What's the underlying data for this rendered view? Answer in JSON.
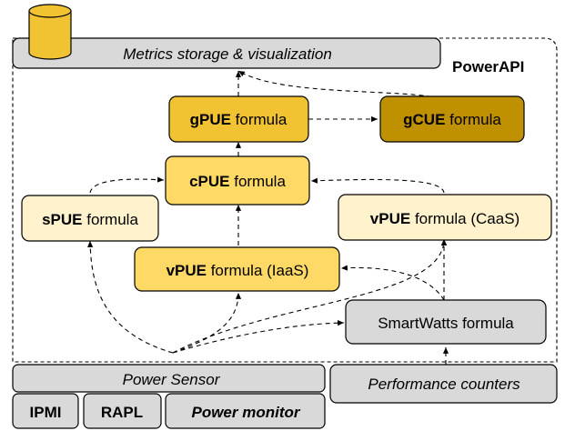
{
  "colors": {
    "gray": "#d9d9d9",
    "light_yellow": "#fff2cc",
    "mid_yellow": "#ffd966",
    "orange_yellow": "#f1c232",
    "dark_gold": "#bf9000",
    "database": "#f1c232"
  },
  "container": {
    "label": "PowerAPI"
  },
  "nodes": {
    "metrics": {
      "label": "Metrics storage & visualization"
    },
    "gpue": {
      "bold": "gPUE",
      "rest": " formula"
    },
    "gcue": {
      "bold": "gCUE",
      "rest": " formula"
    },
    "cpue": {
      "bold": "cPUE",
      "rest": " formula"
    },
    "spue": {
      "bold": "sPUE",
      "rest": " formula"
    },
    "vpue_caas": {
      "bold": "vPUE",
      "rest": " formula (CaaS)"
    },
    "vpue_iaas": {
      "bold": "vPUE",
      "rest": " formula (IaaS)"
    },
    "smartwatts": {
      "label": "SmartWatts formula"
    },
    "power_sensor": {
      "label": "Power Sensor"
    },
    "perf_counters": {
      "label": "Performance counters"
    },
    "ipmi": {
      "label": "IPMI"
    },
    "rapl": {
      "label": "RAPL"
    },
    "power_monitor": {
      "label": "Power monitor"
    }
  }
}
